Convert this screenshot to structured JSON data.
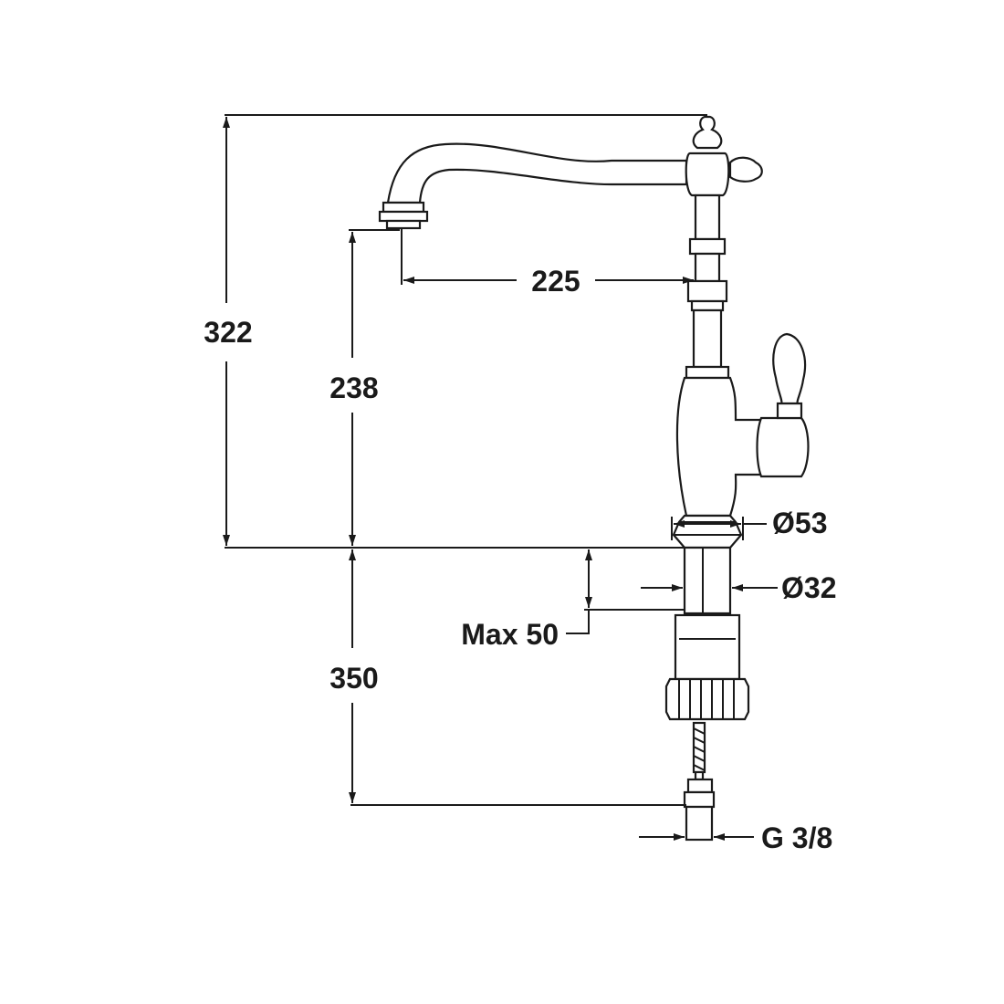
{
  "colors": {
    "line": "#1a1a1a",
    "background": "#ffffff"
  },
  "dimensions": {
    "total_height": "322",
    "spout_height": "238",
    "spout_reach": "225",
    "base_diameter": "Ø53",
    "shank_diameter": "Ø32",
    "max_counter_thickness": "Max 50",
    "hose_length": "350",
    "connection_thread": "G 3/8"
  }
}
